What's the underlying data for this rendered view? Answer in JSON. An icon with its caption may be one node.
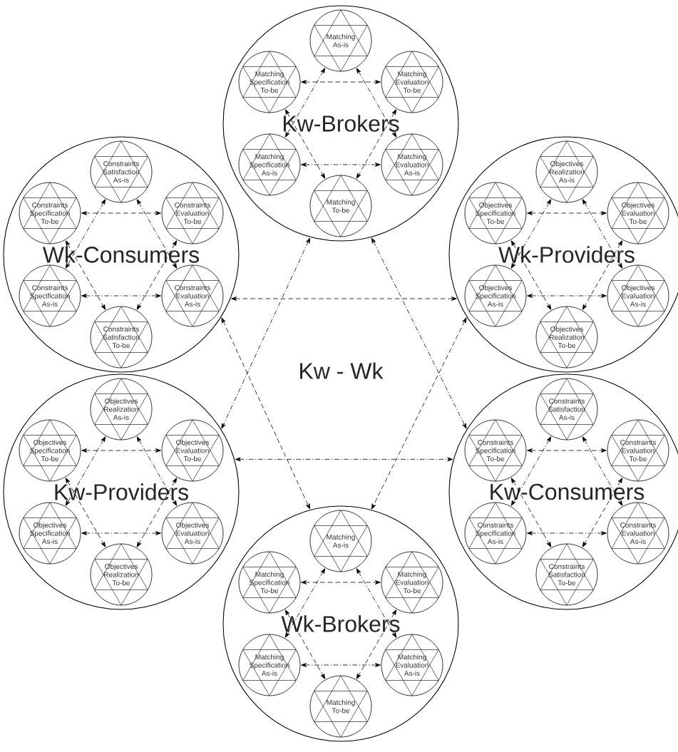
{
  "diagram": {
    "nodes": [
      {
        "text": [
          "Kw-Brokers"
        ]
      },
      {
        "text": [
          "Matching As-is"
        ],
        "in": 0
      },
      {
        "text": [
          "Matching Specification To-be"
        ],
        "in": 0
      },
      {
        "text": [
          "Matching Evaluation To-be"
        ],
        "in": 0
      },
      {
        "text": [
          "Matching Specification As-is"
        ],
        "in": 0
      },
      {
        "text": [
          "Matching Evaluation As-is"
        ],
        "in": 0
      },
      {
        "text": [
          "Matching To-be"
        ],
        "in": 0
      },
      {
        "text": [
          "Wk-Consumers"
        ]
      },
      {
        "text": [
          "Constraints Satisfaction As-is"
        ],
        "in": 7
      },
      {
        "text": [
          "Constraints Specification To-be"
        ],
        "in": 7
      },
      {
        "text": [
          "Constraints Evaluation To-be"
        ],
        "in": 7
      },
      {
        "text": [
          "Constraints Specification As-is"
        ],
        "in": 7
      },
      {
        "text": [
          "Constraints Evaluation As-is"
        ],
        "in": 7
      },
      {
        "text": [
          "Constraints Satisfaction To-be"
        ],
        "in": 7
      },
      {
        "text": [
          "Wk-Providers"
        ]
      },
      {
        "text": [
          "Objectives Realization As-is"
        ],
        "in": 14
      },
      {
        "text": [
          "Objectives Specification To-be"
        ],
        "in": 14
      },
      {
        "text": [
          "Objectives Evaluation To-be"
        ],
        "in": 14
      },
      {
        "text": [
          "Objectives Specification As-is"
        ],
        "in": 14
      },
      {
        "text": [
          "Objectives Evaluation As-is"
        ],
        "in": 14
      },
      {
        "text": [
          "Objectives Realization To-be"
        ],
        "in": 14
      },
      {
        "text": [
          "Kw-Providers"
        ]
      },
      {
        "text": [
          "Objectives Realization As-is"
        ],
        "in": 21
      },
      {
        "text": [
          "Objectives Specification To-be"
        ],
        "in": 21
      },
      {
        "text": [
          "Objectives Evaluation To-be"
        ],
        "in": 21
      },
      {
        "text": [
          "Objectives Specification As-is"
        ],
        "in": 21
      },
      {
        "text": [
          "Objectives Evaluation As-is"
        ],
        "in": 21
      },
      {
        "text": [
          "Objectives Realization To-be"
        ],
        "in": 21
      },
      {
        "text": [
          "Kw-Consumers"
        ]
      },
      {
        "text": [
          "Constraints Satisfaction As-is"
        ],
        "in": 28
      },
      {
        "text": [
          "Constraints Specification To-be"
        ],
        "in": 28
      },
      {
        "text": [
          "Constraints Evaluation To-be"
        ],
        "in": 28
      },
      {
        "text": [
          "Constraints Specification As-is"
        ],
        "in": 28
      },
      {
        "text": [
          "Constraints Evaluation As-is"
        ],
        "in": 28
      },
      {
        "text": [
          "Constraints Satisfaction To-be"
        ],
        "in": 28
      },
      {
        "text": [
          "Wk-Brokers"
        ]
      },
      {
        "text": [
          "Matching As-is"
        ],
        "in": 35
      },
      {
        "text": [
          "Matching Specification To-be"
        ],
        "in": 35
      },
      {
        "text": [
          "Matching Evaluation To-be"
        ],
        "in": 35
      },
      {
        "text": [
          "Matching Specification As-is"
        ],
        "in": 35
      },
      {
        "text": [
          "Matching Evaluation As-is"
        ],
        "in": 35
      },
      {
        "text": [
          "Matching To-be"
        ],
        "in": 35
      }
    ],
    "edges": [
      {
        "from": 2,
        "to": 3,
        "arrow": "both",
        "style": "dashed"
      },
      {
        "from": 4,
        "to": 5,
        "arrow": "both"
      },
      {
        "from": 1,
        "to": 4,
        "arrow": "both"
      },
      {
        "from": 1,
        "to": 5,
        "arrow": "both"
      },
      {
        "from": 2,
        "to": 6,
        "arrow": "both",
        "style": "dashed"
      },
      {
        "from": 3,
        "to": 6,
        "arrow": "both",
        "style": "dashed"
      },
      {
        "from": 9,
        "to": 10,
        "arrow": "both",
        "style": "dashed"
      },
      {
        "from": 11,
        "to": 12,
        "arrow": "both"
      },
      {
        "from": 8,
        "to": 11,
        "arrow": "both"
      },
      {
        "from": 8,
        "to": 12,
        "arrow": "both"
      },
      {
        "from": 9,
        "to": 13,
        "arrow": "both",
        "style": "dashed"
      },
      {
        "from": 10,
        "to": 13,
        "arrow": "both",
        "style": "dashed"
      },
      {
        "from": 16,
        "to": 17,
        "arrow": "both",
        "style": "dashed"
      },
      {
        "from": 18,
        "to": 19,
        "arrow": "both"
      },
      {
        "from": 15,
        "to": 18,
        "arrow": "both"
      },
      {
        "from": 15,
        "to": 19,
        "arrow": "both"
      },
      {
        "from": 16,
        "to": 20,
        "arrow": "both",
        "style": "dashed"
      },
      {
        "from": 17,
        "to": 20,
        "arrow": "both",
        "style": "dashed"
      },
      {
        "from": 23,
        "to": 24,
        "arrow": "both",
        "style": "dashed"
      },
      {
        "from": 25,
        "to": 26,
        "arrow": "both"
      },
      {
        "from": 22,
        "to": 25,
        "arrow": "both"
      },
      {
        "from": 22,
        "to": 26,
        "arrow": "both"
      },
      {
        "from": 23,
        "to": 27,
        "arrow": "both",
        "style": "dashed"
      },
      {
        "from": 24,
        "to": 27,
        "arrow": "both",
        "style": "dashed"
      },
      {
        "from": 30,
        "to": 31,
        "arrow": "both",
        "style": "dashed"
      },
      {
        "from": 32,
        "to": 33,
        "arrow": "both"
      },
      {
        "from": 29,
        "to": 32,
        "arrow": "both"
      },
      {
        "from": 29,
        "to": 33,
        "arrow": "both"
      },
      {
        "from": 30,
        "to": 34,
        "arrow": "both",
        "style": "dashed"
      },
      {
        "from": 31,
        "to": 34,
        "arrow": "both",
        "style": "dashed"
      },
      {
        "from": 37,
        "to": 38,
        "arrow": "both",
        "style": "dashed"
      },
      {
        "from": 39,
        "to": 40,
        "arrow": "both"
      },
      {
        "from": 36,
        "to": 39,
        "arrow": "both"
      },
      {
        "from": 36,
        "to": 40,
        "arrow": "both"
      },
      {
        "from": 37,
        "to": 41,
        "arrow": "both",
        "style": "dashed"
      },
      {
        "from": 38,
        "to": 41,
        "arrow": "both",
        "style": "dashed"
      },
      {
        "from": 7,
        "to": 14,
        "arrow": "both",
        "style": "dashed"
      },
      {
        "from": 0,
        "to": 21,
        "arrow": "both"
      },
      {
        "from": 0,
        "to": 28,
        "arrow": "both"
      },
      {
        "from": 7,
        "to": 35,
        "arrow": "both",
        "style": "dashed"
      },
      {
        "from": 14,
        "to": 35,
        "arrow": "both",
        "style": "dashed"
      },
      {
        "from": 21,
        "to": 28,
        "arrow": "both"
      }
    ],
    "labels": [
      "Kw - Wk"
    ]
  }
}
